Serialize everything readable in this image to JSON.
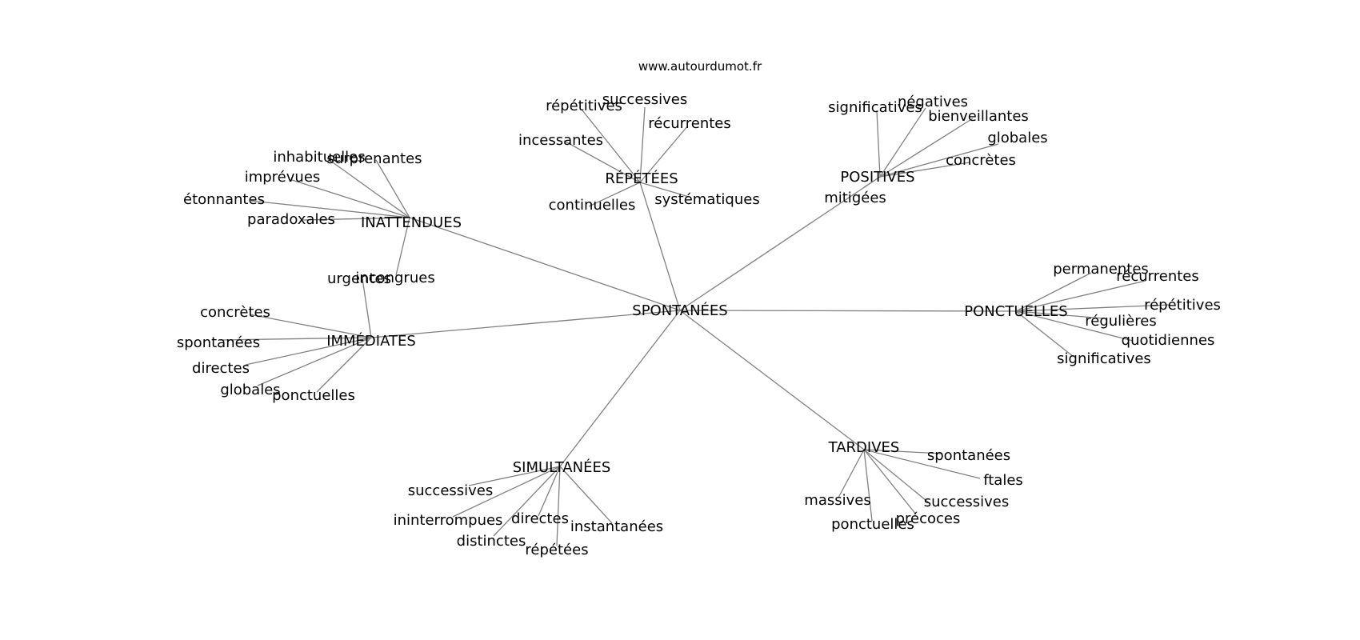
{
  "header": {
    "source": "www.autourdumot.fr"
  },
  "graph": {
    "root": "SPONTANÉES",
    "groups": [
      {
        "label": "INATTENDUES",
        "children": [
          "inhabituelles",
          "surprenantes",
          "imprévues",
          "étonnantes",
          "paradoxales",
          "incongrues"
        ]
      },
      {
        "label": "RÉPÉTÉES",
        "children": [
          "successives",
          "répétitives",
          "récurrentes",
          "incessantes",
          "continuelles",
          "systématiques"
        ]
      },
      {
        "label": "POSITIVES",
        "children": [
          "négatives",
          "significatives",
          "bienveillantes",
          "globales",
          "concrètes",
          "mitigées"
        ]
      },
      {
        "label": "IMMÉDIATES",
        "children": [
          "urgentes",
          "concrètes",
          "spontanées",
          "directes",
          "globales",
          "ponctuelles"
        ]
      },
      {
        "label": "PONCTUELLES",
        "children": [
          "permanentes",
          "récurrentes",
          "répétitives",
          "régulières",
          "quotidiennes",
          "significatives"
        ]
      },
      {
        "label": "SIMULTANÉES",
        "children": [
          "successives",
          "ininterrompues",
          "directes",
          "instantanées",
          "distinctes",
          "répétées"
        ]
      },
      {
        "label": "TARDIVES",
        "children": [
          "spontanées",
          "ftales",
          "massives",
          "successives",
          "précoces",
          "ponctuelles"
        ]
      }
    ]
  }
}
